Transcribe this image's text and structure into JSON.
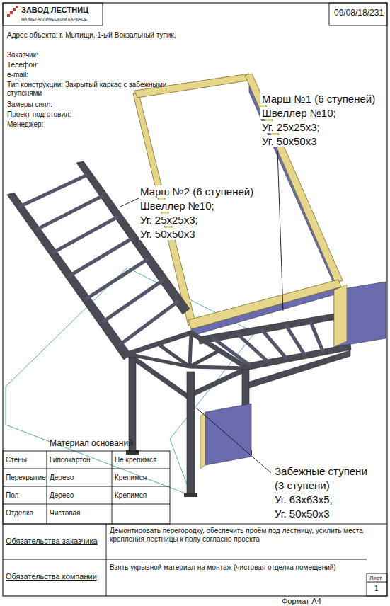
{
  "diagram": {
    "labels": [
      "ЗАВОД ЛЕСТНИЦ",
      "НА МЕТАЛЛИЧЕСКОМ КАРКАСЕ",
      "09/08/18/231",
      "Адрес объекта: г. Мытищи, 1-ый Вокзальный тупик,",
      "Заказчик:",
      "Телефон:",
      "e-mail:",
      "Тип конструкции: Закрытый каркас с забежными ступенями",
      "Замеры снял:",
      "Проект подготовил:",
      "Менеджер:",
      "Марш №1 (6 ступеней)",
      "Швеллер №10;",
      "Уг. 25x25x3;",
      "Уг. 50x50x3",
      "Марш №2 (6 ступеней)",
      "Швеллер №10;",
      "Уг. 25x25x3;",
      "Уг. 50x50x3",
      "Забежные ступени",
      "(3 ступени)",
      "Уг. 63x63x5;",
      "Уг. 50x50x3",
      "Материал оснований",
      "Стены",
      "Гипсокартон",
      "Не крепимся",
      "Перекрытие",
      "Дерево",
      "Крепимся",
      "Пол",
      "Дерево",
      "Крепимся",
      "Отделка",
      "Чистовая",
      "Обязательства заказчика",
      "Демонтировать перегородку, обеспечить проём под лестницу, усилить места крепления лестницы к полу согласно проекта",
      "Обязательства компании",
      "Взять укрывной материал на монтаж (чистовая отделка помещений)",
      "Лист",
      "1",
      "Формат А4"
    ]
  }
}
